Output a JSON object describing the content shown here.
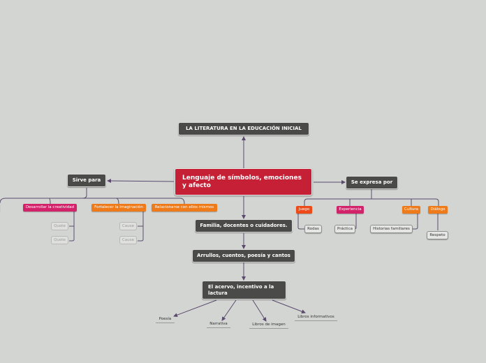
{
  "colors": {
    "central": "#c52035",
    "dark_node": "#4a4b49",
    "link": "#5b4a6e",
    "background": "#d3d5d2"
  },
  "central": {
    "label": "Lenguaje de símbolos, emociones y afecto"
  },
  "top": {
    "label": "LA LITERATURA EN LA EDUCACIÓN INICIAL"
  },
  "left_branch": {
    "label": "Sirve para",
    "children": [
      {
        "label": "Desarrollar la creatividad",
        "subs": [
          "Quote",
          "Quote"
        ]
      },
      {
        "label": "Fortalecer la imaginación",
        "subs": [
          "Cause",
          "Cause"
        ]
      },
      {
        "label": "Relacionarse con ellos mismos"
      }
    ]
  },
  "right_branch": {
    "label": "Se expresa por",
    "children": [
      {
        "label": "Juego",
        "sub": "Rodas"
      },
      {
        "label": "Experiencia",
        "sub": "Práctica"
      },
      {
        "label": "Cultura",
        "sub": "Historias familiares"
      },
      {
        "label": "Diálogo",
        "sub": "Respeto"
      }
    ]
  },
  "chain": {
    "step1": "Familia, docentes o cuidadores.",
    "step2": "Arrullos, cuentos, poesía y cantos",
    "step3": "El acervo, incentivo a la lactura",
    "leaves": [
      "Poesía",
      "Narrativa",
      "Libros de imagen",
      "Libros informativos"
    ]
  }
}
